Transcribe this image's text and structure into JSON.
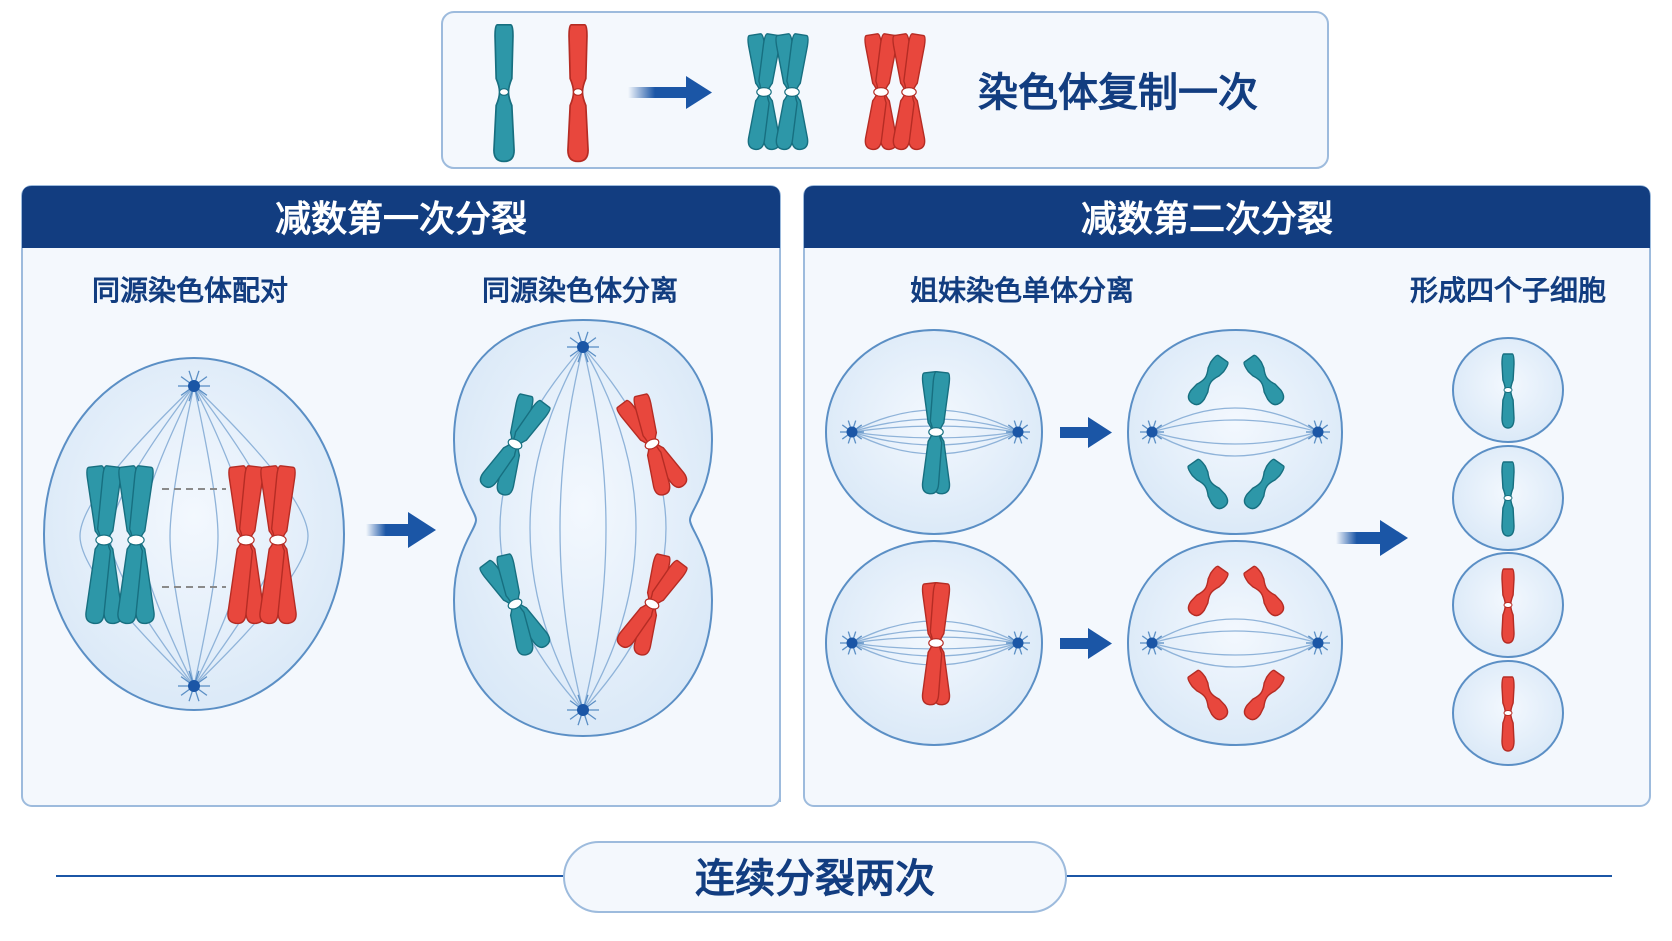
{
  "top_box": {
    "label": "染色体复制一次"
  },
  "meiosis1": {
    "header": "减数第一次分裂",
    "step1_label": "同源染色体配对",
    "step2_label": "同源染色体分离"
  },
  "meiosis2": {
    "header": "减数第二次分裂",
    "step1_label": "姐妹染色单体分离",
    "step2_label": "形成四个子细胞"
  },
  "footer": {
    "label": "连续分裂两次"
  },
  "colors": {
    "navy": "#123d80",
    "teal": "#2d97a8",
    "red": "#e8473d",
    "cell_fill": "#e6f1fb",
    "cell_stroke": "#5b8fc5",
    "panel_fill": "#f4f8fd",
    "panel_stroke": "#9dbbdd",
    "spindle": "#8fb3d9",
    "arrow": "#1b56a6"
  }
}
